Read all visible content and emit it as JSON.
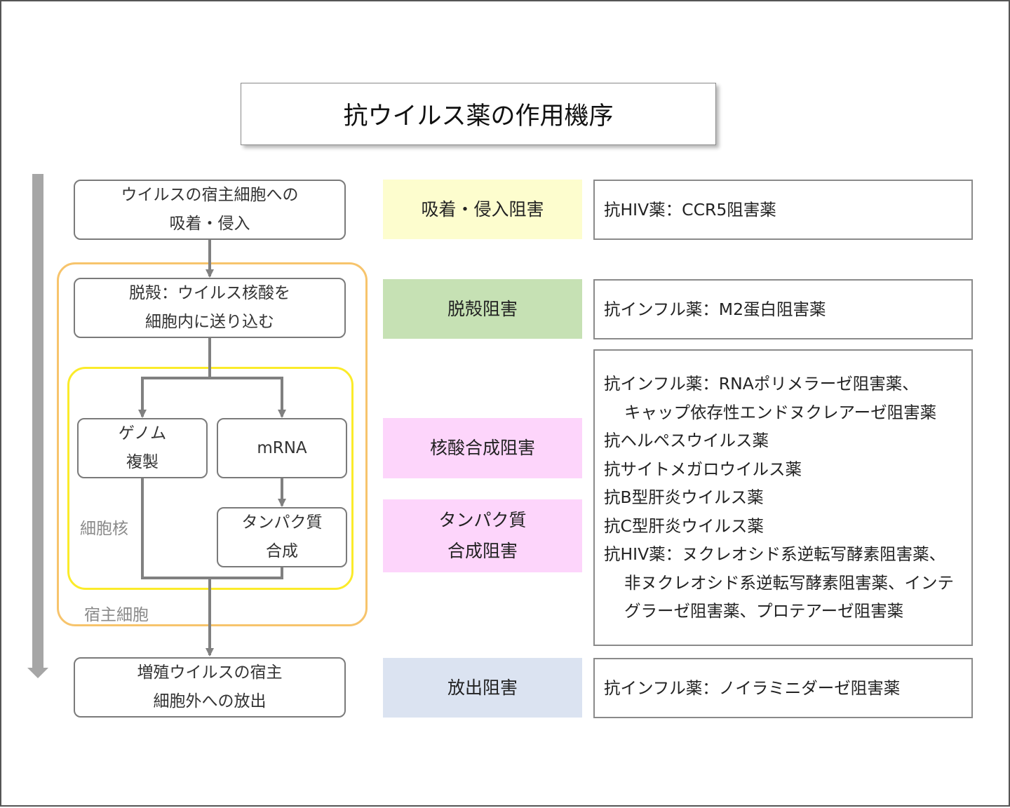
{
  "title": "抗ウイルス薬の作用機序",
  "colors": {
    "host_cell_border": "#f7c46c",
    "nucleus_border": "#fbeb2a",
    "adsorption_bg": "#fdfdce",
    "uncoating_bg": "#c6e1b4",
    "nucleic_acid_bg": "#fdd5fb",
    "protein_bg": "#fdd5fb",
    "release_bg": "#dbe3f1",
    "arrow": "#808080",
    "side_arrow": "#a6a6a6"
  },
  "flow": {
    "entry": [
      "ウイルスの宿主細胞への",
      "吸着・侵入"
    ],
    "uncoating": [
      "脱殻：ウイルス核酸を",
      "細胞内に送り込む"
    ],
    "genome": [
      "ゲノム",
      "複製"
    ],
    "mrna": [
      "mRNA"
    ],
    "protein": [
      "タンパク質",
      "合成"
    ],
    "release": [
      "増殖ウイルスの宿主",
      "細胞外への放出"
    ],
    "nucleus_label": "細胞核",
    "host_label": "宿主細胞"
  },
  "inhibition": {
    "adsorption": [
      "吸着・侵入阻害"
    ],
    "uncoating": [
      "脱殻阻害"
    ],
    "nucleic_acid": [
      "核酸合成阻害"
    ],
    "protein": [
      "タンパク質",
      "合成阻害"
    ],
    "release": [
      "放出阻害"
    ]
  },
  "drugs": {
    "adsorption": [
      {
        "text": "抗HIV薬：CCR5阻害薬",
        "indent": false
      }
    ],
    "uncoating": [
      {
        "text": "抗インフル薬：M2蛋白阻害薬",
        "indent": false
      }
    ],
    "synthesis": [
      {
        "text": "抗インフル薬：RNAポリメラーゼ阻害薬、",
        "indent": false
      },
      {
        "text": "キャップ依存性エンドヌクレアーゼ阻害薬",
        "indent": true
      },
      {
        "text": "抗ヘルペスウイルス薬",
        "indent": false
      },
      {
        "text": "抗サイトメガロウイルス薬",
        "indent": false
      },
      {
        "text": "抗B型肝炎ウイルス薬",
        "indent": false
      },
      {
        "text": "抗C型肝炎ウイルス薬",
        "indent": false
      },
      {
        "text": "抗HIV薬：ヌクレオシド系逆転写酵素阻害薬、",
        "indent": false
      },
      {
        "text": "非ヌクレオシド系逆転写酵素阻害薬、インテ",
        "indent": true
      },
      {
        "text": "グラーゼ阻害薬、プロテアーゼ阻害薬",
        "indent": true
      }
    ],
    "release": [
      {
        "text": "抗インフル薬：ノイラミニダーゼ阻害薬",
        "indent": false
      }
    ]
  }
}
